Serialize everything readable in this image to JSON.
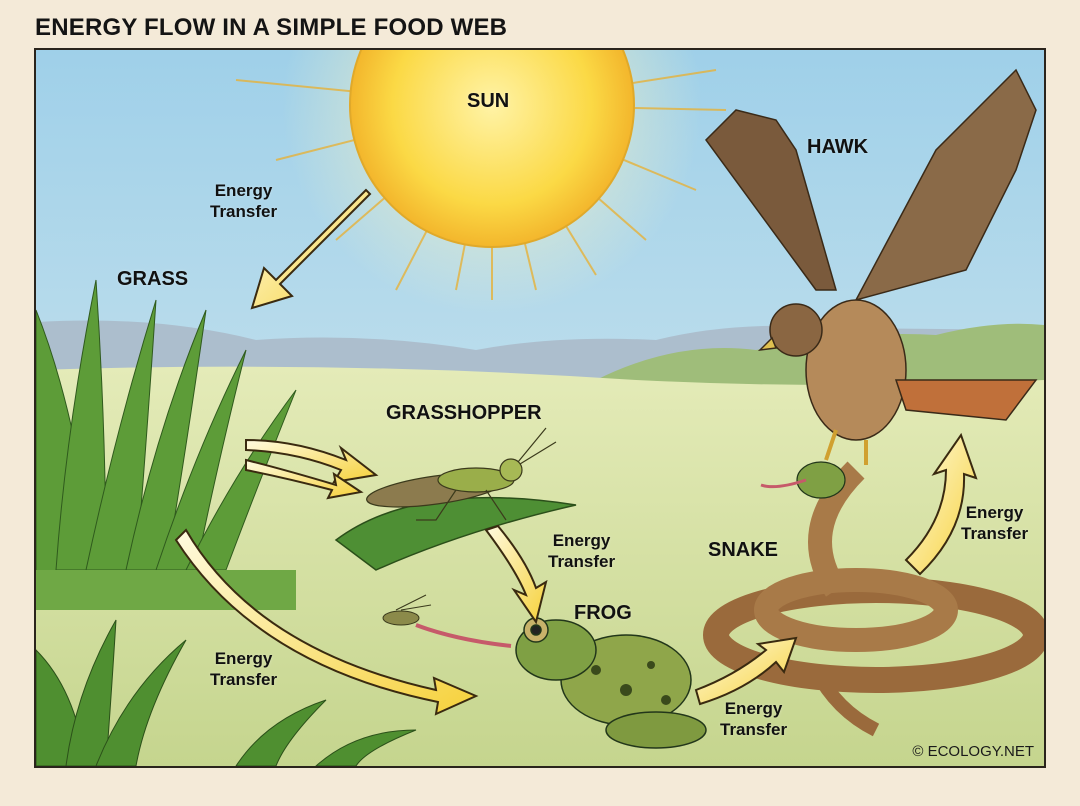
{
  "title": "ENERGY FLOW IN A SIMPLE FOOD WEB",
  "organisms": {
    "sun": "SUN",
    "grass": "GRASS",
    "grasshopper": "GRASSHOPPER",
    "frog": "FROG",
    "snake": "SNAKE",
    "hawk": "HAWK"
  },
  "energy_labels": {
    "sun_to_grass": {
      "line1": "Energy",
      "line2": "Transfer"
    },
    "grasshopper_to_frog": {
      "line1": "Energy",
      "line2": "Transfer"
    },
    "grass_to_frog": {
      "line1": "Energy",
      "line2": "Transfer"
    },
    "frog_to_snake": {
      "line1": "Energy",
      "line2": "Transfer"
    },
    "snake_to_hawk": {
      "line1": "Energy",
      "line2": "Transfer"
    }
  },
  "flows": [
    {
      "from": "SUN",
      "to": "GRASS"
    },
    {
      "from": "GRASS",
      "to": "GRASSHOPPER"
    },
    {
      "from": "GRASSHOPPER",
      "to": "FROG"
    },
    {
      "from": "GRASS",
      "to": "FROG"
    },
    {
      "from": "FROG",
      "to": "SNAKE"
    },
    {
      "from": "SNAKE",
      "to": "HAWK"
    }
  ],
  "credit": "© ECOLOGY.NET",
  "colors": {
    "paper": "#f4ead8",
    "sky": "#a9d6ea",
    "sun": "#f9d648",
    "arrow": "#f7d94a",
    "grass": "#6aa83e",
    "meadow": "#d7e3a2"
  }
}
